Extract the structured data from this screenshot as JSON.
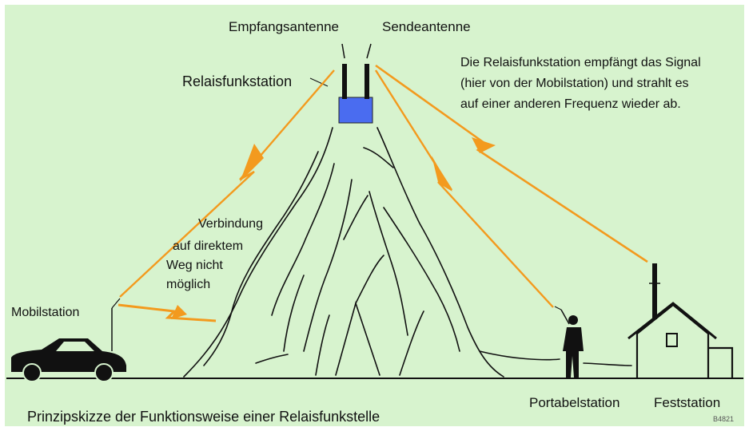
{
  "labels": {
    "empfangsantenne": "Empfangsantenne",
    "sendeantenne": "Sendeantenne",
    "relaisfunkstation": "Relaisfunkstation",
    "description_line1": "Die Relaisfunkstation empfängt das Signal",
    "description_line2": "(hier von der Mobilstation) und strahlt es",
    "description_line3": "auf einer anderen Frequenz wieder ab.",
    "verbindung_line1": "Verbindung",
    "verbindung_line2": "auf direktem",
    "verbindung_line3": "Weg nicht",
    "verbindung_line4": "möglich",
    "mobilstation": "Mobilstation",
    "portabelstation": "Portabelstation",
    "feststation": "Feststation",
    "caption": "Prinzipskizze der Funktionsweise einer Relaisfunkstelle",
    "figure_code": "B4821"
  },
  "colors": {
    "background": "#d7f3ce",
    "signal": "#f39a1e",
    "station_box": "#4a6cf0",
    "ink": "#111111"
  },
  "icons": [
    "car-icon",
    "house-icon",
    "person-icon",
    "antenna-icon",
    "lightning-icon"
  ]
}
